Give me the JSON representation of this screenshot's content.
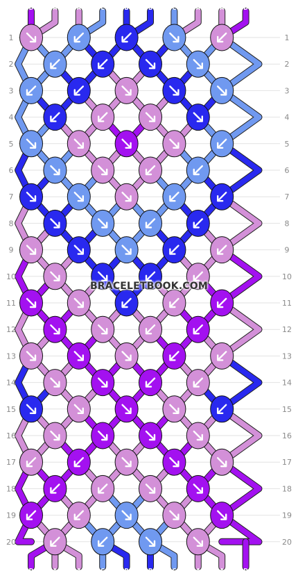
{
  "colors": {
    "A": "#d390d8",
    "B": "#2929ef",
    "C": "#7099f0",
    "D": "#a311f0"
  },
  "string_top": [
    "D",
    "A",
    "A",
    "C",
    "B",
    "B",
    "C",
    "A",
    "A",
    "D"
  ],
  "string_bottom": [
    "D",
    "A",
    "A",
    "C",
    "B",
    "B",
    "C",
    "A",
    "A",
    "D"
  ],
  "row_numbers": [
    "1",
    "2",
    "3",
    "4",
    "5",
    "6",
    "7",
    "8",
    "9",
    "10",
    "11",
    "12",
    "13",
    "14",
    "15",
    "16",
    "17",
    "18",
    "19",
    "20"
  ],
  "knots": [
    [
      {
        "c": "A",
        "d": "br"
      },
      {
        "c": "C",
        "d": "bl"
      },
      {
        "c": "B",
        "d": "bl"
      },
      {
        "c": "C",
        "d": "br"
      },
      {
        "c": "A",
        "d": "bl"
      }
    ],
    [
      {
        "c": "C",
        "d": "bl"
      },
      {
        "c": "B",
        "d": "bl"
      },
      {
        "c": "B",
        "d": "br"
      },
      {
        "c": "C",
        "d": "br"
      }
    ],
    [
      {
        "c": "C",
        "d": "bl"
      },
      {
        "c": "B",
        "d": "bl"
      },
      {
        "c": "A",
        "d": "br"
      },
      {
        "c": "B",
        "d": "br"
      },
      {
        "c": "C",
        "d": "br"
      }
    ],
    [
      {
        "c": "B",
        "d": "bl"
      },
      {
        "c": "A",
        "d": "bl"
      },
      {
        "c": "A",
        "d": "br"
      },
      {
        "c": "B",
        "d": "br"
      }
    ],
    [
      {
        "c": "C",
        "d": "br"
      },
      {
        "c": "A",
        "d": "br"
      },
      {
        "c": "D",
        "d": "br"
      },
      {
        "c": "A",
        "d": "br"
      },
      {
        "c": "C",
        "d": "bl"
      }
    ],
    [
      {
        "c": "C",
        "d": "br"
      },
      {
        "c": "A",
        "d": "br"
      },
      {
        "c": "A",
        "d": "bl"
      },
      {
        "c": "C",
        "d": "bl"
      }
    ],
    [
      {
        "c": "B",
        "d": "br"
      },
      {
        "c": "C",
        "d": "br"
      },
      {
        "c": "A",
        "d": "br"
      },
      {
        "c": "C",
        "d": "bl"
      },
      {
        "c": "B",
        "d": "bl"
      }
    ],
    [
      {
        "c": "B",
        "d": "br"
      },
      {
        "c": "C",
        "d": "br"
      },
      {
        "c": "C",
        "d": "bl"
      },
      {
        "c": "B",
        "d": "bl"
      }
    ],
    [
      {
        "c": "A",
        "d": "br"
      },
      {
        "c": "B",
        "d": "br"
      },
      {
        "c": "C",
        "d": "br"
      },
      {
        "c": "B",
        "d": "bl"
      },
      {
        "c": "A",
        "d": "bl"
      }
    ],
    [
      {
        "c": "A",
        "d": "br"
      },
      {
        "c": "B",
        "d": "br"
      },
      {
        "c": "B",
        "d": "bl"
      },
      {
        "c": "A",
        "d": "bl"
      }
    ],
    [
      {
        "c": "D",
        "d": "br"
      },
      {
        "c": "A",
        "d": "br"
      },
      {
        "c": "B",
        "d": "bl"
      },
      {
        "c": "A",
        "d": "bl"
      },
      {
        "c": "D",
        "d": "bl"
      }
    ],
    [
      {
        "c": "D",
        "d": "br"
      },
      {
        "c": "A",
        "d": "br"
      },
      {
        "c": "A",
        "d": "bl"
      },
      {
        "c": "D",
        "d": "bl"
      }
    ],
    [
      {
        "c": "A",
        "d": "br"
      },
      {
        "c": "D",
        "d": "br"
      },
      {
        "c": "A",
        "d": "br"
      },
      {
        "c": "D",
        "d": "bl"
      },
      {
        "c": "A",
        "d": "bl"
      }
    ],
    [
      {
        "c": "A",
        "d": "br"
      },
      {
        "c": "D",
        "d": "br"
      },
      {
        "c": "D",
        "d": "bl"
      },
      {
        "c": "A",
        "d": "bl"
      }
    ],
    [
      {
        "c": "B",
        "d": "br"
      },
      {
        "c": "A",
        "d": "br"
      },
      {
        "c": "D",
        "d": "br"
      },
      {
        "c": "A",
        "d": "br"
      },
      {
        "c": "B",
        "d": "bl"
      }
    ],
    [
      {
        "c": "A",
        "d": "br"
      },
      {
        "c": "D",
        "d": "br"
      },
      {
        "c": "D",
        "d": "br"
      },
      {
        "c": "A",
        "d": "br"
      }
    ],
    [
      {
        "c": "A",
        "d": "bl"
      },
      {
        "c": "D",
        "d": "bl"
      },
      {
        "c": "A",
        "d": "br"
      },
      {
        "c": "D",
        "d": "br"
      },
      {
        "c": "A",
        "d": "br"
      }
    ],
    [
      {
        "c": "D",
        "d": "bl"
      },
      {
        "c": "A",
        "d": "bl"
      },
      {
        "c": "A",
        "d": "br"
      },
      {
        "c": "D",
        "d": "br"
      }
    ],
    [
      {
        "c": "D",
        "d": "bl"
      },
      {
        "c": "A",
        "d": "bl"
      },
      {
        "c": "C",
        "d": "br"
      },
      {
        "c": "A",
        "d": "br"
      },
      {
        "c": "D",
        "d": "br"
      }
    ],
    [
      {
        "c": "A",
        "d": "bl"
      },
      {
        "c": "C",
        "d": "bl"
      },
      {
        "c": "C",
        "d": "br"
      },
      {
        "c": "A",
        "d": "br"
      }
    ]
  ],
  "watermark": "BRACELETBOOK.COM"
}
